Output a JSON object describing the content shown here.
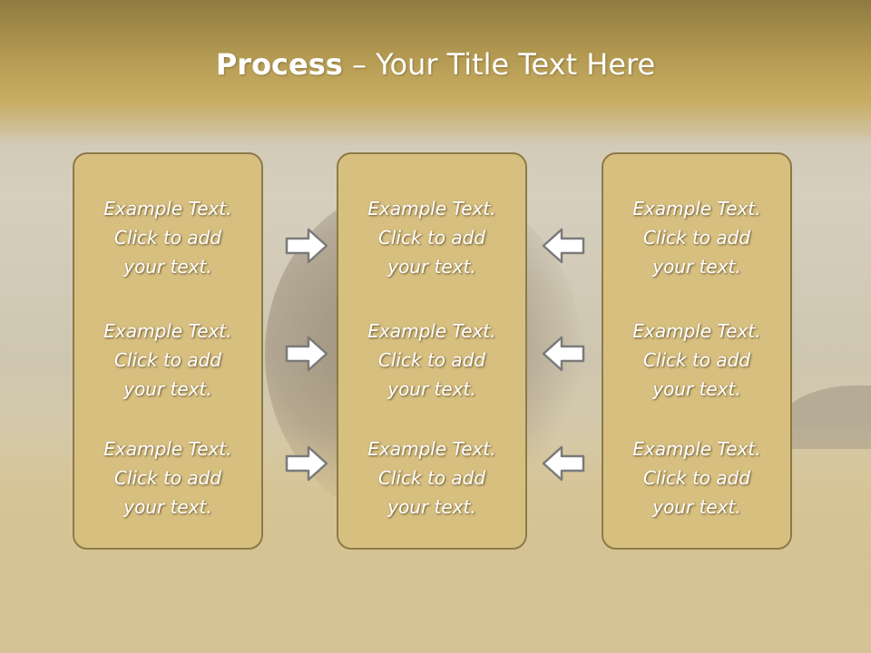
{
  "slide": {
    "title_bold": "Process",
    "title_rest": " – Your Title Text Here"
  },
  "columns": {
    "left": [
      "Example Text.\nClick  to add\nyour text.",
      "Example Text.\nClick  to add\nyour text.",
      "Example Text.\nClick  to add\nyour text."
    ],
    "middle": [
      "Example Text.\nClick  to add\nyour text.",
      "Example Text.\nClick  to add\nyour text.",
      "Example Text.\nClick  to add\nyour text."
    ],
    "right": [
      "Example Text.\nClick  to add\nyour text.",
      "Example Text.\nClick  to add\nyour text.",
      "Example Text.\nClick  to add\nyour text."
    ]
  },
  "icons": {
    "right_arrow": "arrow-right-icon",
    "left_arrow": "arrow-left-icon"
  },
  "colors": {
    "title_band": "#b59b52",
    "box_fill": "#d7bf80",
    "box_border": "#8c7a48",
    "text": "#ffffff",
    "arrow_fill": "#ffffff",
    "arrow_stroke": "#7a7a7a"
  }
}
